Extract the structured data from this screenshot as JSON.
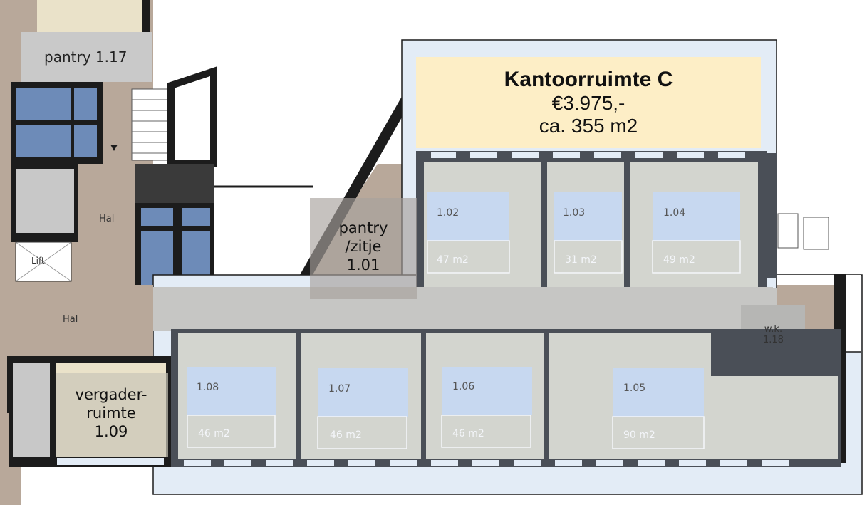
{
  "title_box": {
    "name": "Kantoorruimte C",
    "price": "€3.975,-",
    "area": "ca. 355 m2"
  },
  "labels": {
    "pantry_117": "pantry 1.17",
    "pantry_zitje_line1": "pantry",
    "pantry_zitje_line2": "/zitje",
    "pantry_zitje_line3": "1.01",
    "vergader_line1": "vergader-",
    "vergader_line2": "ruimte",
    "vergader_line3": "1.09",
    "wk_line1": "w.k.",
    "wk_line2": "1.18",
    "hal_upper": "Hal",
    "hal_lower": "Hal",
    "lift": "Lift"
  },
  "rooms": [
    {
      "number": "1.02",
      "area": "47 m2"
    },
    {
      "number": "1.03",
      "area": "31 m2"
    },
    {
      "number": "1.04",
      "area": "49 m2"
    },
    {
      "number": "1.08",
      "area": "46 m2"
    },
    {
      "number": "1.07",
      "area": "46 m2"
    },
    {
      "number": "1.06",
      "area": "46 m2"
    },
    {
      "number": "1.05",
      "area": "90 m2"
    }
  ],
  "colors": {
    "highlight_fill": "#e3ecf6",
    "title_fill": "#fdeec6",
    "room_fill": "#d3d5cf",
    "corridor_fill": "#c6c6c4",
    "label_blue": "#c7d8f0",
    "wall": "#1c1c1c",
    "brown": "#b8a89a",
    "toilet_blue": "#6d8bb8"
  }
}
